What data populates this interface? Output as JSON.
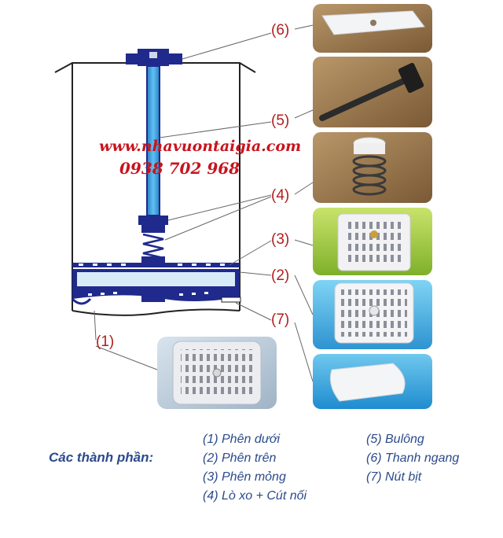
{
  "watermark": {
    "url": "www.nhavuontaigia.com",
    "phone": "0938 702 968"
  },
  "callouts": [
    {
      "id": "6",
      "label": "(6)"
    },
    {
      "id": "5",
      "label": "(5)"
    },
    {
      "id": "4",
      "label": "(4)"
    },
    {
      "id": "3",
      "label": "(3)"
    },
    {
      "id": "2",
      "label": "(2)"
    },
    {
      "id": "7",
      "label": "(7)"
    },
    {
      "id": "1",
      "label": "(1)"
    }
  ],
  "legend": {
    "title": "Các thành phần:",
    "left": [
      "(1) Phên dưới",
      "(2) Phên trên",
      "(3) Phên mỏng",
      "(4) Lò xo + Cút nối"
    ],
    "right": [
      "(5) Bulông",
      "(6) Thanh ngang",
      "(7) Nút bịt"
    ]
  },
  "colors": {
    "callout_text": "#b01e1e",
    "legend_text": "#2b4a8c",
    "watermark": "#c8141e",
    "bolt_blue": "#3aa0e0",
    "plate_navy": "#1f2a8c"
  }
}
